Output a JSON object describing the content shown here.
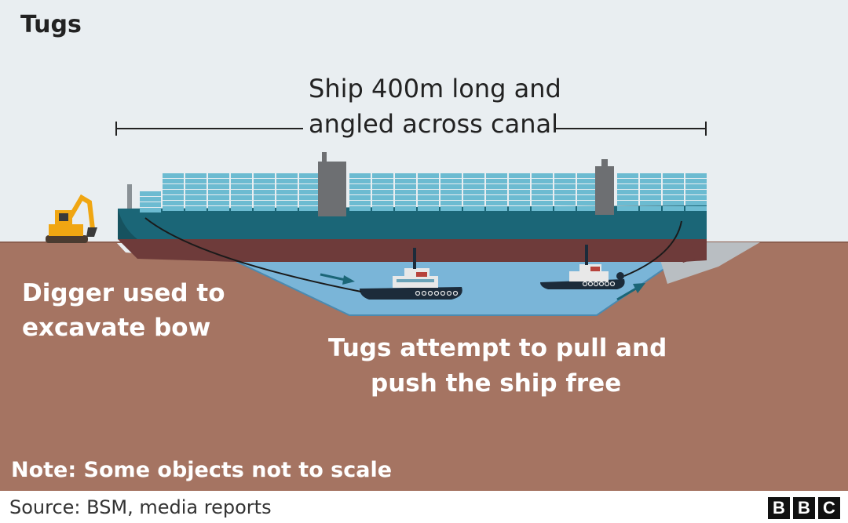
{
  "title": "Tugs",
  "ship_length_label": [
    "Ship 400m long and",
    "angled across canal"
  ],
  "digger_label": [
    "Digger used to",
    "excavate bow"
  ],
  "tugs_label": [
    "Tugs attempt to pull and",
    "push the ship free"
  ],
  "note": "Note: Some objects not to scale",
  "source": "Source: BSM, media reports",
  "logo": [
    "B",
    "B",
    "C"
  ],
  "colors": {
    "sky": "#e9eef1",
    "ground": "#a57462",
    "water": "#7ab5d8",
    "ship_hull": "#1b6677",
    "ship_keel": "#6e3b3a",
    "containers": "#6cbbd1",
    "digger": "#f0a612",
    "label_text": "#222222"
  },
  "icons": [
    "digger-icon",
    "ship-icon",
    "tug-icon",
    "arrow-icon",
    "bbc-logo"
  ]
}
